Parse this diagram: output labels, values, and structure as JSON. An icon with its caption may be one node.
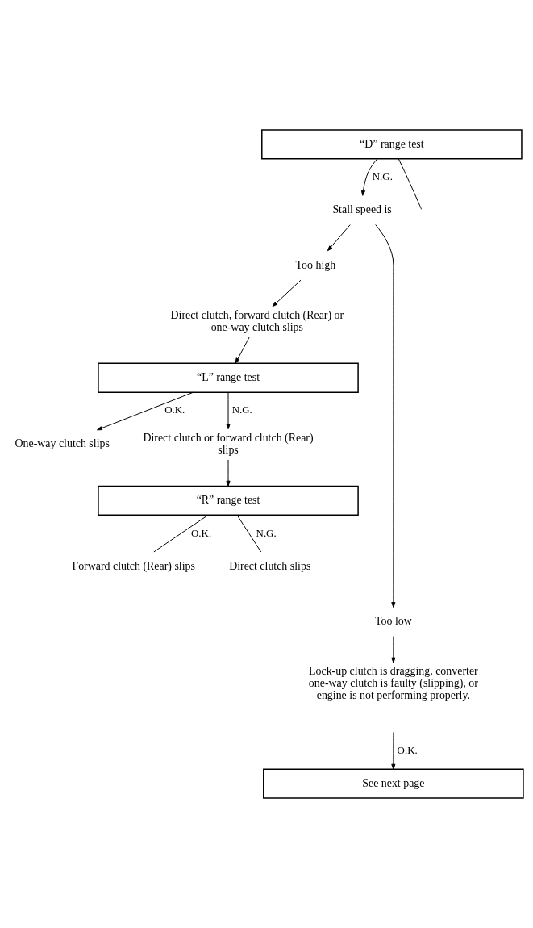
{
  "diagram": {
    "nodes": [
      {
        "text": [
          "“D” range test"
        ]
      },
      {
        "text": [
          "Stall speed is"
        ]
      },
      {
        "text": [
          "Too high"
        ]
      },
      {
        "text": [
          "Direct clutch, forward clutch (Rear) or one-way clutch slips"
        ]
      },
      {
        "text": [
          "“L” range test"
        ]
      },
      {
        "text": [
          "One-way clutch slips"
        ]
      },
      {
        "text": [
          "Direct clutch or forward clutch (Rear) slips"
        ]
      },
      {
        "text": [
          "“R” range test"
        ]
      },
      {
        "text": [
          "Forward clutch (Rear) slips"
        ]
      },
      {
        "text": [
          "Direct clutch slips"
        ]
      },
      {
        "text": [
          "Too low"
        ]
      },
      {
        "text": [
          "Lock-up clutch is dragging, converter one-way clutch is faulty (slipping), or engine is not performing properly."
        ]
      },
      {
        "text": [
          "See next page"
        ]
      }
    ],
    "edges": [
      {
        "from": 0,
        "to": null,
        "arrow": "none"
      },
      {
        "from": 0,
        "to": 1,
        "arrow": "to",
        "label": "N.G."
      },
      {
        "from": 1,
        "to": 2,
        "arrow": "to"
      },
      {
        "from": 1,
        "to": 10,
        "arrow": "to"
      },
      {
        "from": 2,
        "to": 3,
        "arrow": "to"
      },
      {
        "from": 3,
        "to": 4,
        "arrow": "to"
      },
      {
        "from": 4,
        "to": 5,
        "arrow": "to",
        "label": "O.K."
      },
      {
        "from": 4,
        "to": 6,
        "arrow": "to",
        "label": "N.G."
      },
      {
        "from": 6,
        "to": 7,
        "arrow": "to"
      },
      {
        "from": 7,
        "to": 8,
        "arrow": "none",
        "label": "O.K."
      },
      {
        "from": 7,
        "to": 9,
        "arrow": "none",
        "label": "N.G."
      },
      {
        "from": 10,
        "to": 11,
        "arrow": "to"
      },
      {
        "from": null,
        "to": 12,
        "arrow": "to",
        "label": "O.K."
      }
    ]
  }
}
